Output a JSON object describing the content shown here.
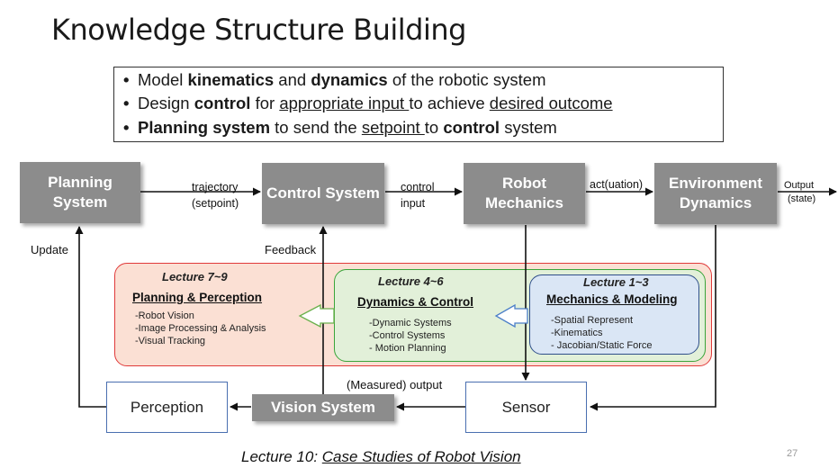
{
  "slide": {
    "title": "Knowledge Structure Building",
    "page_number": "27",
    "bottom_note": {
      "prefix": "Lecture 10: ",
      "link": "Case Studies of Robot Vision"
    }
  },
  "bullets": [
    {
      "parts": [
        "Model ",
        "kinematics",
        " and ",
        "dynamics",
        " of the robotic system"
      ]
    },
    {
      "parts": [
        "Design ",
        "control",
        " for ",
        "appropriate input ",
        "to achieve ",
        "desired outcome"
      ]
    },
    {
      "parts": [
        "Planning system",
        " to send the ",
        "setpoint ",
        "to ",
        "control",
        " system"
      ]
    }
  ],
  "blocks": {
    "planning": "Planning System",
    "control": "Control System",
    "robot": "Robot Mechanics",
    "environment": "Environment Dynamics",
    "perception": "Perception",
    "vision": "Vision System",
    "sensor": "Sensor"
  },
  "labels": {
    "trajectory": "trajectory",
    "setpoint": "(setpoint)",
    "control": "control",
    "input": "input",
    "actuation": "act(uation)",
    "output": "Output",
    "state": "(state)",
    "update": "Update",
    "feedback": "Feedback",
    "measured_output": "(Measured) output"
  },
  "regions": {
    "planning": {
      "lecture": "Lecture 7~9",
      "title": "Planning & Perception",
      "items": [
        "-Robot Vision",
        "-Image Processing & Analysis",
        "-Visual Tracking"
      ]
    },
    "dynamics": {
      "lecture": "Lecture 4~6",
      "title": "Dynamics & Control",
      "items": [
        "-Dynamic Systems",
        "-Control Systems",
        "- Motion Planning"
      ]
    },
    "mechanics": {
      "lecture": "Lecture 1~3",
      "title": "Mechanics & Modeling",
      "items": [
        "-Spatial Represent",
        "-Kinematics",
        "- Jacobian/Static Force"
      ]
    }
  },
  "colors": {
    "block_gray": "#8c8c8c",
    "planning_region_fill": "#fbe0d4",
    "planning_region_border": "#e03a3a",
    "dynamics_region_fill": "#e2f0d9",
    "dynamics_region_border": "#3aa53a",
    "mechanics_region_fill": "#dae6f5",
    "mechanics_region_border": "#2f4f8a"
  }
}
